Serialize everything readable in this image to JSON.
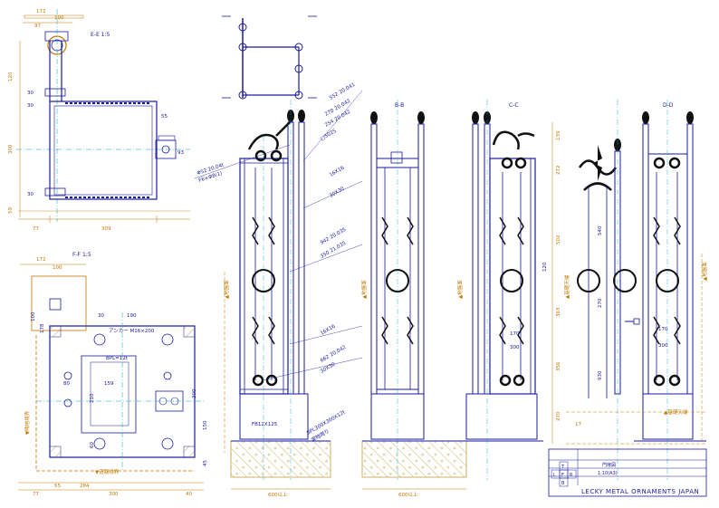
{
  "sections": {
    "ee": "E-E 1:5",
    "ff": "F-F 1:5",
    "bb": "B-B",
    "cc": "C-C",
    "dd": "D-D"
  },
  "plan_dims": {
    "top_172": "172",
    "top_100": "100",
    "top_97": "97",
    "left_120": "120",
    "left_300": "300",
    "left_59": "59",
    "bot_77": "77",
    "bot_309": "309",
    "d30": "30",
    "d55": "55",
    "d93": "93"
  },
  "base_dims": {
    "top_172": "172",
    "top_100": "100",
    "d30": "30",
    "d190": "190",
    "d100": "100",
    "d178": "178",
    "bpl": "BPL=12t",
    "anchor": "アンカー M16×200",
    "d159": "159",
    "d80": "80",
    "d210": "210",
    "d300": "300",
    "d150": "150",
    "d60": "60",
    "d45": "45",
    "bot_77": "77",
    "bot_55": "55",
    "bot_284": "284",
    "bot_300": "300",
    "bot_40": "40",
    "road_label": "▼道路境界",
    "side_label": "▼隣地境界"
  },
  "front_labels": {
    "l1": "ΦS2 20.04t",
    "l2": "F6×Φ8(1)",
    "l3": "552 20.041",
    "l4": "270 20.042",
    "l5": "254 20.042",
    "l6": "□5025",
    "l7": "16X16",
    "l8": "30X30",
    "l9": "942 20.035",
    "l10": "350 21.035",
    "l11": "16X16",
    "l12": "662 20.042",
    "l13": "30X30",
    "l14": "FB12X125",
    "l15": "BPL300X300X12t",
    "l16": "実物周り",
    "width": "600以上",
    "ground": "▲地盤面",
    "ground2": "▲地盤面",
    "fl": "▲基礎天端"
  },
  "right_dims": {
    "h139": "139",
    "h272": "272",
    "h502": "502",
    "h363": "363",
    "h356": "356",
    "h270": "270",
    "h540": "540",
    "h930": "930",
    "h170": "170",
    "h300": "300",
    "h120": "120",
    "h270b": "270",
    "h17": "17",
    "h30": "30"
  },
  "title_block": {
    "company": "LECKY METAL ORNAMENTS JAPAN",
    "drawing_name": "門扉図",
    "scale": "1:10(A3)",
    "t": "T",
    "f": "F",
    "r": "R",
    "b": "B",
    "l": "L"
  }
}
